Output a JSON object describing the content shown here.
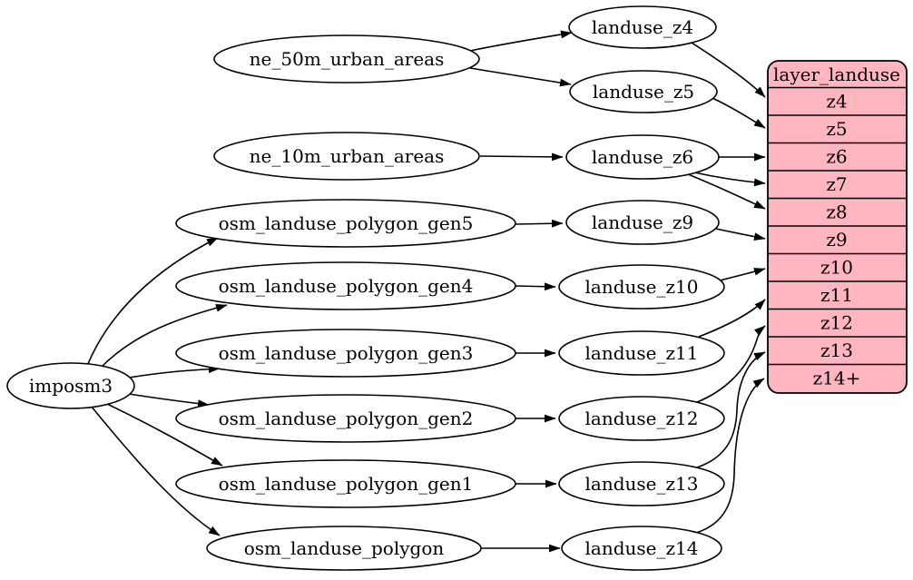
{
  "diagram": {
    "colors": {
      "record_fill": "#ffb6c1",
      "node_fill": "#ffffff",
      "stroke": "#000000",
      "background": "#ffffff"
    },
    "nodes": {
      "imposm3": "imposm3",
      "ne50m": "ne_50m_urban_areas",
      "ne10m": "ne_10m_urban_areas",
      "gen5": "osm_landuse_polygon_gen5",
      "gen4": "osm_landuse_polygon_gen4",
      "gen3": "osm_landuse_polygon_gen3",
      "gen2": "osm_landuse_polygon_gen2",
      "gen1": "osm_landuse_polygon_gen1",
      "polygon": "osm_landuse_polygon",
      "z4": "landuse_z4",
      "z5": "landuse_z5",
      "z6": "landuse_z6",
      "z9": "landuse_z9",
      "z10": "landuse_z10",
      "z11": "landuse_z11",
      "z12": "landuse_z12",
      "z13": "landuse_z13",
      "z14": "landuse_z14"
    },
    "table": {
      "title": "layer_landuse",
      "rows": [
        "z4",
        "z5",
        "z6",
        "z7",
        "z8",
        "z9",
        "z10",
        "z11",
        "z12",
        "z13",
        "z14+"
      ]
    },
    "edges": [
      {
        "from": "ne_50m_urban_areas",
        "to": "landuse_z4"
      },
      {
        "from": "ne_50m_urban_areas",
        "to": "landuse_z5"
      },
      {
        "from": "ne_10m_urban_areas",
        "to": "landuse_z6"
      },
      {
        "from": "imposm3",
        "to": "osm_landuse_polygon_gen5"
      },
      {
        "from": "imposm3",
        "to": "osm_landuse_polygon_gen4"
      },
      {
        "from": "imposm3",
        "to": "osm_landuse_polygon_gen3"
      },
      {
        "from": "imposm3",
        "to": "osm_landuse_polygon_gen2"
      },
      {
        "from": "imposm3",
        "to": "osm_landuse_polygon_gen1"
      },
      {
        "from": "imposm3",
        "to": "osm_landuse_polygon"
      },
      {
        "from": "osm_landuse_polygon_gen5",
        "to": "landuse_z9"
      },
      {
        "from": "osm_landuse_polygon_gen4",
        "to": "landuse_z10"
      },
      {
        "from": "osm_landuse_polygon_gen3",
        "to": "landuse_z11"
      },
      {
        "from": "osm_landuse_polygon_gen2",
        "to": "landuse_z12"
      },
      {
        "from": "osm_landuse_polygon_gen1",
        "to": "landuse_z13"
      },
      {
        "from": "osm_landuse_polygon",
        "to": "landuse_z14"
      },
      {
        "from": "landuse_z4",
        "to": "layer_landuse:z4"
      },
      {
        "from": "landuse_z5",
        "to": "layer_landuse:z5"
      },
      {
        "from": "landuse_z6",
        "to": "layer_landuse:z6"
      },
      {
        "from": "landuse_z6",
        "to": "layer_landuse:z7"
      },
      {
        "from": "landuse_z6",
        "to": "layer_landuse:z8"
      },
      {
        "from": "landuse_z9",
        "to": "layer_landuse:z9"
      },
      {
        "from": "landuse_z10",
        "to": "layer_landuse:z10"
      },
      {
        "from": "landuse_z11",
        "to": "layer_landuse:z11"
      },
      {
        "from": "landuse_z12",
        "to": "layer_landuse:z12"
      },
      {
        "from": "landuse_z13",
        "to": "layer_landuse:z13"
      },
      {
        "from": "landuse_z14",
        "to": "layer_landuse:z14+"
      }
    ]
  }
}
